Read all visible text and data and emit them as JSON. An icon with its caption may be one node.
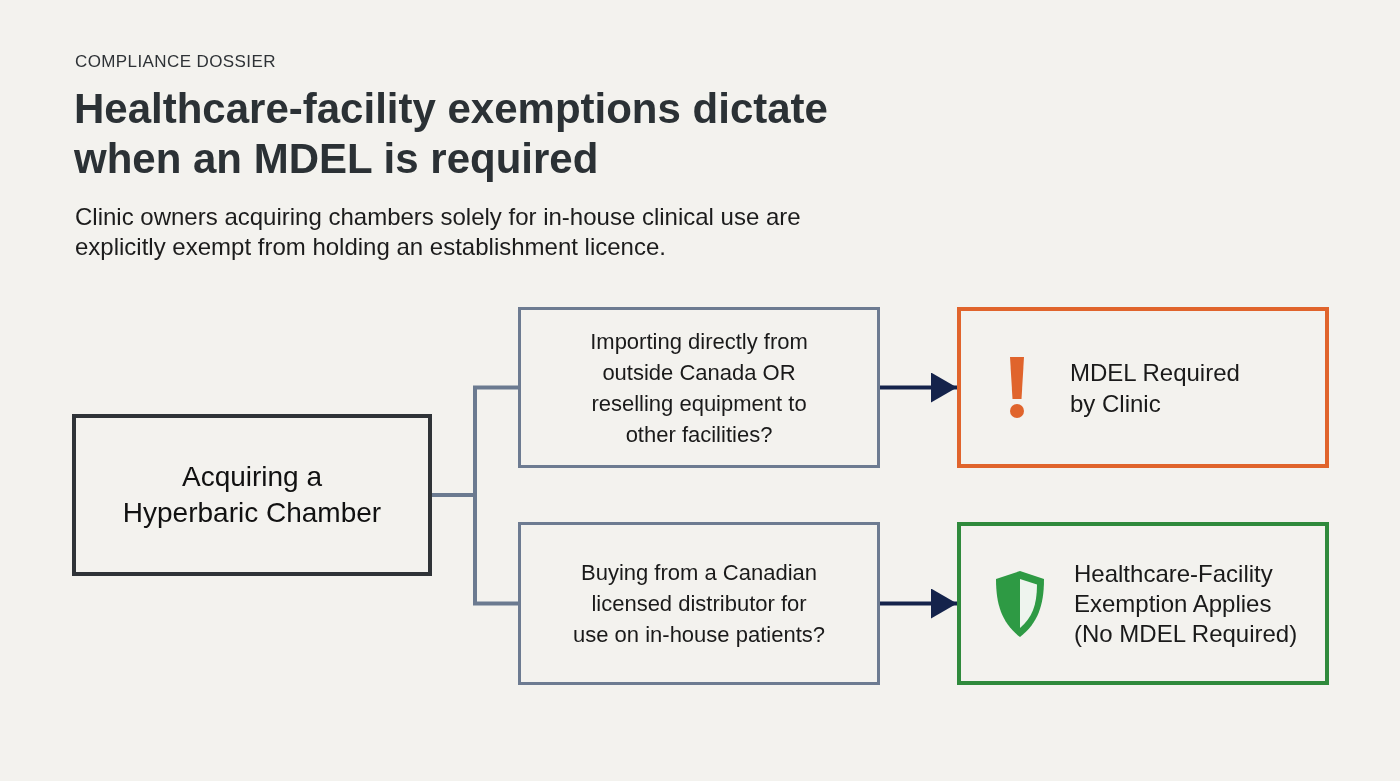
{
  "diagram": {
    "title": "Healthcare-facility exemptions dictate when an MDEL is required",
    "nodes": [
      {
        "text": [
          "Acquiring a Hyperbaric Chamber"
        ]
      },
      {
        "text": [
          "Importing directly from outside Canada OR reselling equipment to other facilities?"
        ]
      },
      {
        "text": [
          "Buying from a Canadian licensed distributor for use on in-house patients?"
        ]
      },
      {
        "text": [
          "MDEL Required by Clinic"
        ]
      },
      {
        "text": [
          "Healthcare-Facility Exemption Applies (No MDEL Required)"
        ]
      }
    ],
    "edges": [
      {
        "from": 0,
        "to": 1,
        "arrow": "none",
        "color": "#6b7a90"
      },
      {
        "from": 0,
        "to": 2,
        "arrow": "none",
        "color": "#6b7a90"
      },
      {
        "from": 1,
        "to": 3,
        "arrow": "to"
      },
      {
        "from": 2,
        "to": 4,
        "arrow": "to"
      }
    ],
    "labels": [
      "COMPLIANCE DOSSIER",
      "Clinic owners acquiring chambers solely for in-house clinical use are explicitly exempt from holding an establishment licence."
    ]
  }
}
